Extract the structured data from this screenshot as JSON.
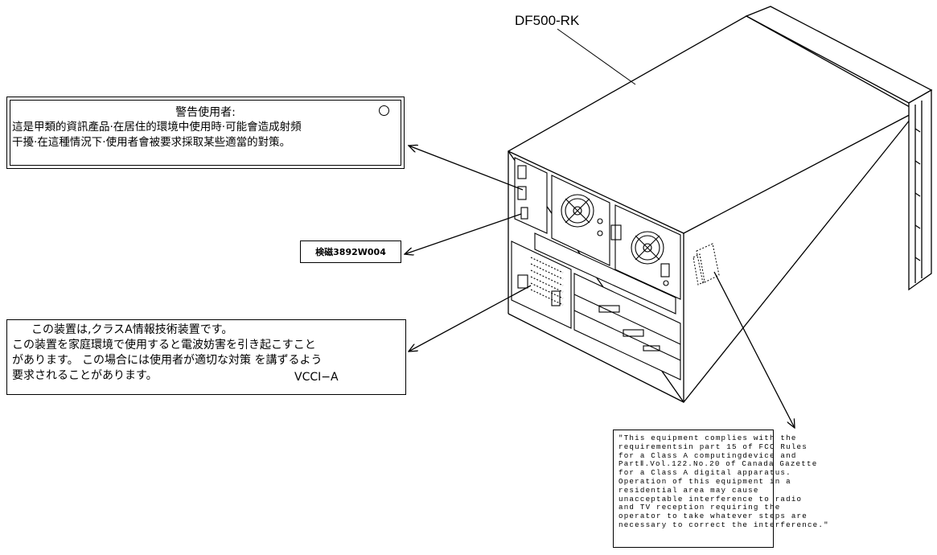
{
  "model_label": "DF500-RK",
  "taiwan_label": {
    "title": "警告使用者:",
    "lines": [
      "這是甲類的資訊產品‧在居住的環境中使用時‧可能會造成射頻",
      "干擾‧在這種情況下‧使用者會被要求採取某些適當的對策。"
    ]
  },
  "korea_label": {
    "text": "検磁3892W004"
  },
  "japan_label": {
    "lines": [
      "この装置は,クラスA情報技術装置です。",
      "この装置を家庭環境で使用すると電波妨害を引き起こすこと",
      "があります。 この場合には使用者が適切な対策 を講ずるよう",
      "要求されることがあります。"
    ],
    "vcci": "VCCI−A"
  },
  "fcc_label": {
    "lines": [
      "\"This equipment complies with the",
      "requirementsin part 15 of FCC Rules",
      "for a Class A computingdevice and",
      "PartⅡ.Vol.122.No.20 of Canada Gazette",
      "for a Class A digital apparatus.",
      " Operation of this equipment in a",
      "residential area may cause",
      "unacceptable interference to radio",
      "and TV reception requiring the",
      "operator to take whatever steps are",
      "necessary to correct the interference.\""
    ]
  },
  "colors": {
    "line": "#000000",
    "background": "#ffffff"
  }
}
